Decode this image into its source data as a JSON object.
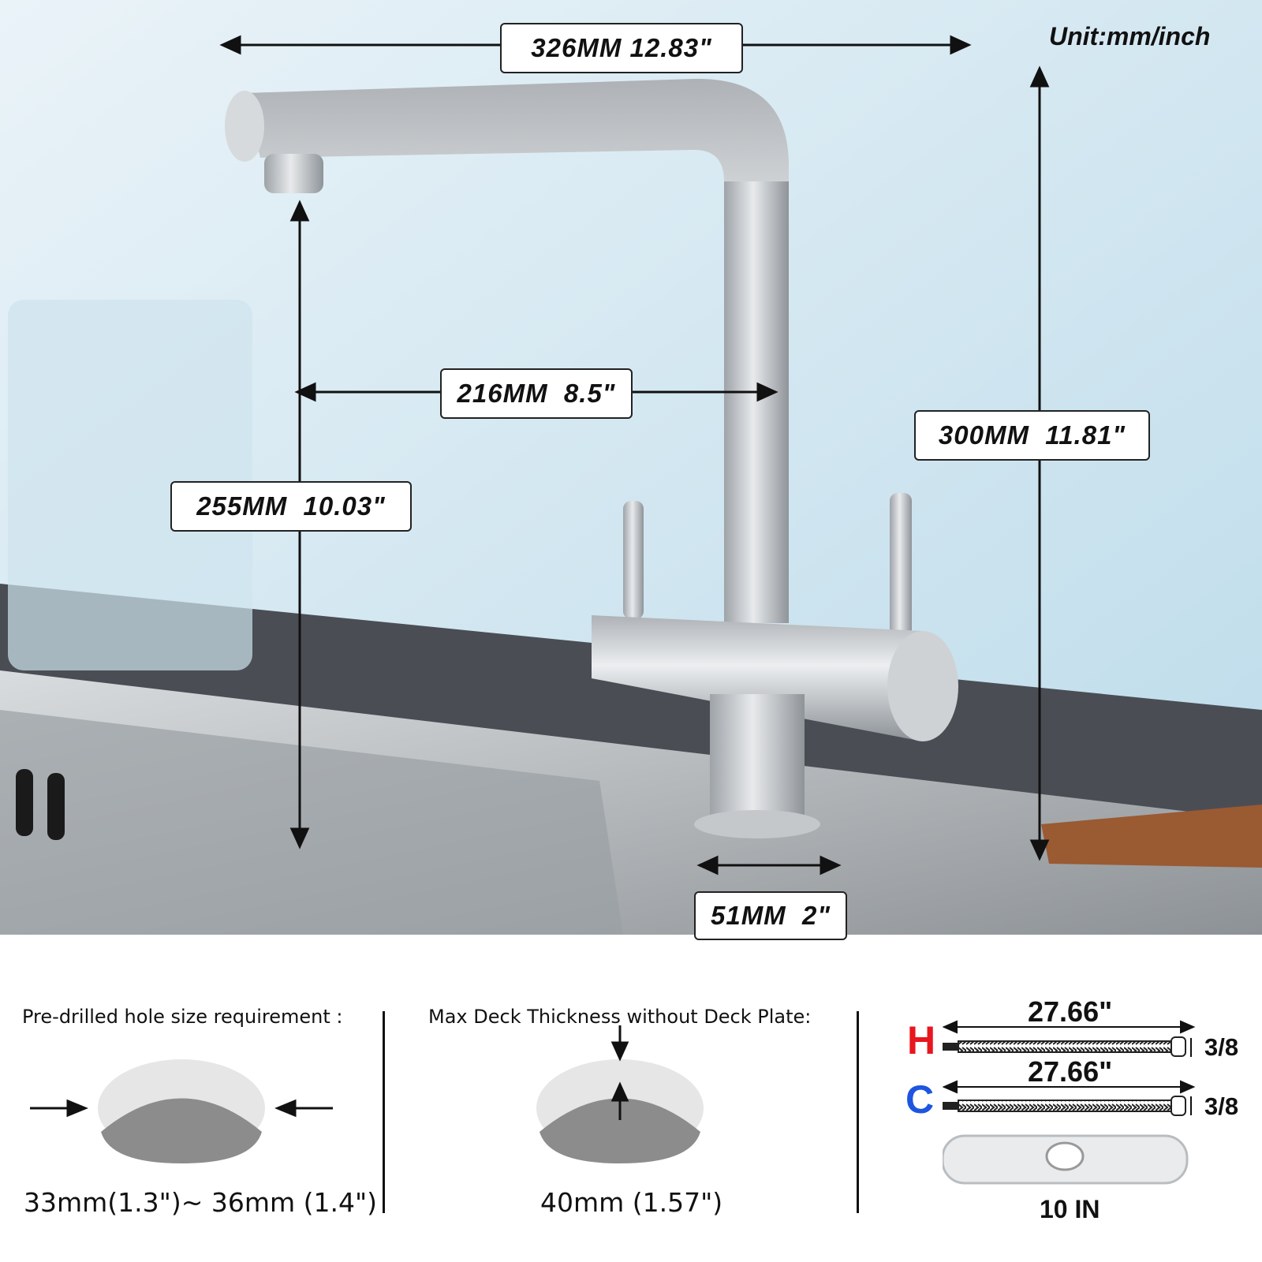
{
  "unit_label": "Unit:mm/inch",
  "dimensions": {
    "overall_length": "326MM 12.83\"",
    "spout_reach": "216MM  8.5\"",
    "spout_height": "255MM  10.03\"",
    "overall_height": "300MM  11.81\"",
    "base_diameter": "51MM  2\""
  },
  "hole_requirement": {
    "title": "Pre-drilled hole size requirement :",
    "value": "33mm(1.3\")~ 36mm (1.4\")"
  },
  "deck_thickness": {
    "title": "Max Deck Thickness without Deck Plate:",
    "value": "40mm (1.57\")"
  },
  "hoses": [
    {
      "label": "H",
      "length": "27.66\"",
      "size": "3/8",
      "color": "#e8161e"
    },
    {
      "label": "C",
      "length": "27.66\"",
      "size": "3/8",
      "color": "#1d55e0"
    }
  ],
  "deck_plate": {
    "size": "10 IN"
  }
}
